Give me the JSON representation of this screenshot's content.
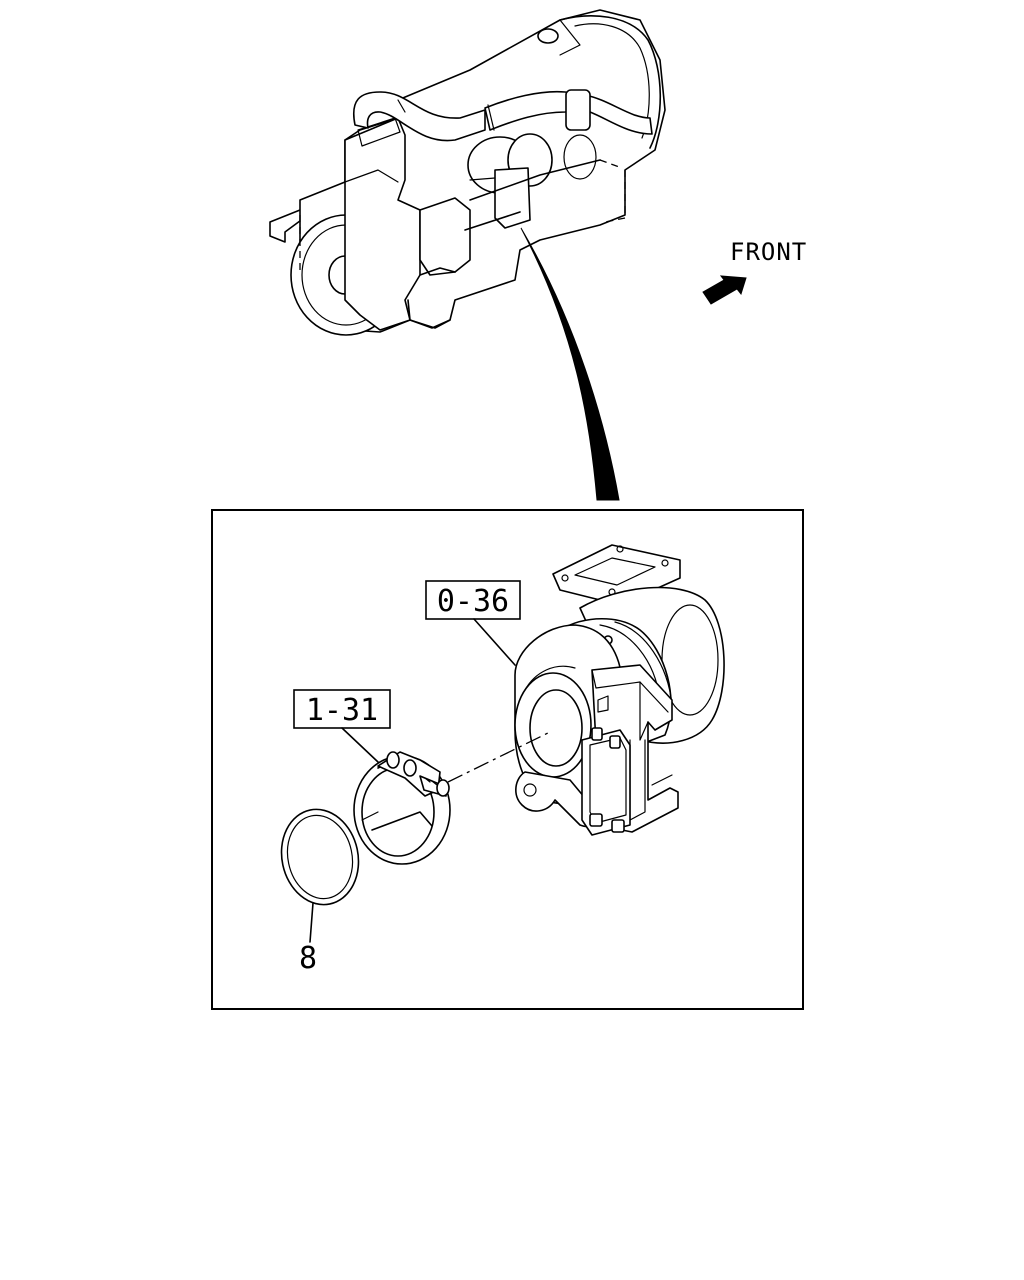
{
  "orientation": {
    "label": "FRONT"
  },
  "callouts": {
    "turbocharger": "0-36",
    "clamp": "1-31",
    "gasket_ring": "8"
  }
}
